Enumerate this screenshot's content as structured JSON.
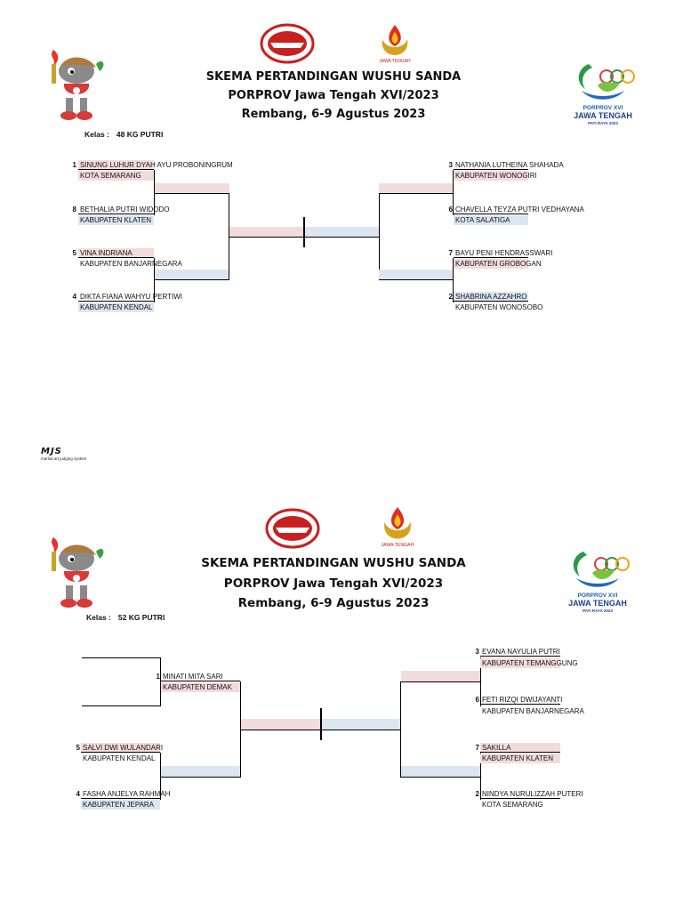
{
  "brackets": [
    {
      "title": [
        "SKEMA PERTANDINGAN WUSHU SANDA",
        "PORPROV Jawa Tengah XVI/2023",
        "Rembang, 6-9 Agustus 2023"
      ],
      "kelas_label": "Kelas :",
      "kelas_value": "48 KG PUTRI",
      "left": [
        {
          "seed": "1",
          "name": "SINUNG LUHUR DYAH AYU PROBONINGRUM",
          "team": "KOTA SEMARANG"
        },
        {
          "seed": "8",
          "name": "BETHALIA PUTRI WIDODO",
          "team": "KABUPATEN KLATEN"
        },
        {
          "seed": "5",
          "name": "VINA INDRIANA",
          "team": "KABUPATEN BANJARNEGARA"
        },
        {
          "seed": "4",
          "name": "DIKTA FIANA WAHYU PERTIWI",
          "team": "KABUPATEN KENDAL"
        }
      ],
      "right": [
        {
          "seed": "3",
          "name": "NATHANIA LUTHEINA SHAHADA",
          "team": "KABUPATEN WONOGIRI"
        },
        {
          "seed": "6",
          "name": "CHAVELLA TEYZA PUTRI VEDHAYANA",
          "team": "KOTA SALATIGA"
        },
        {
          "seed": "7",
          "name": "BAYU PENI HENDRASSWARI",
          "team": "KABUPATEN GROBOGAN"
        },
        {
          "seed": "2",
          "name": "SHABRINA AZZAHRO",
          "team": "KABUPATEN WONOSOBO"
        }
      ]
    },
    {
      "title": [
        "SKEMA PERTANDINGAN WUSHU SANDA",
        "PORPROV Jawa Tengah XVI/2023",
        "Rembang, 6-9 Agustus 2023"
      ],
      "kelas_label": "Kelas :",
      "kelas_value": "52 KG PUTRI",
      "left": [
        {
          "seed": "1",
          "name": "MINATI MITA SARI",
          "team": "KABUPATEN DEMAK"
        },
        {
          "seed": "5",
          "name": "SALVI DWI WULANDARI",
          "team": "KABUPATEN KENDAL"
        },
        {
          "seed": "4",
          "name": "FASHA ANJELYA RAHMAH",
          "team": "KABUPATEN JEPARA"
        }
      ],
      "right": [
        {
          "seed": "3",
          "name": "EVANA NAYULIA PUTRI",
          "team": "KABUPATEN TEMANGGUNG"
        },
        {
          "seed": "6",
          "name": "FETI RIZQI DWIJAYANTI",
          "team": "KABUPATEN BANJARNEGARA"
        },
        {
          "seed": "7",
          "name": "SAKILLA",
          "team": "KABUPATEN KLATEN"
        },
        {
          "seed": "2",
          "name": "NINDYA NURULIZZAH PUTERI",
          "team": "KOTA SEMARANG"
        }
      ]
    }
  ],
  "logos": {
    "porprov_line1": "PORPROV XVI",
    "porprov_line2": "JAWA TENGAH",
    "porprov_line3": "PATI RAYA 2023",
    "koni_label": "JAWA TENGAH",
    "mjs_mark": "MJS",
    "mjs_caption": "martial art judging system"
  },
  "colors": {
    "pink_band": "#f2dcdb",
    "blue_band": "#dce6f1",
    "line": "#000000"
  }
}
